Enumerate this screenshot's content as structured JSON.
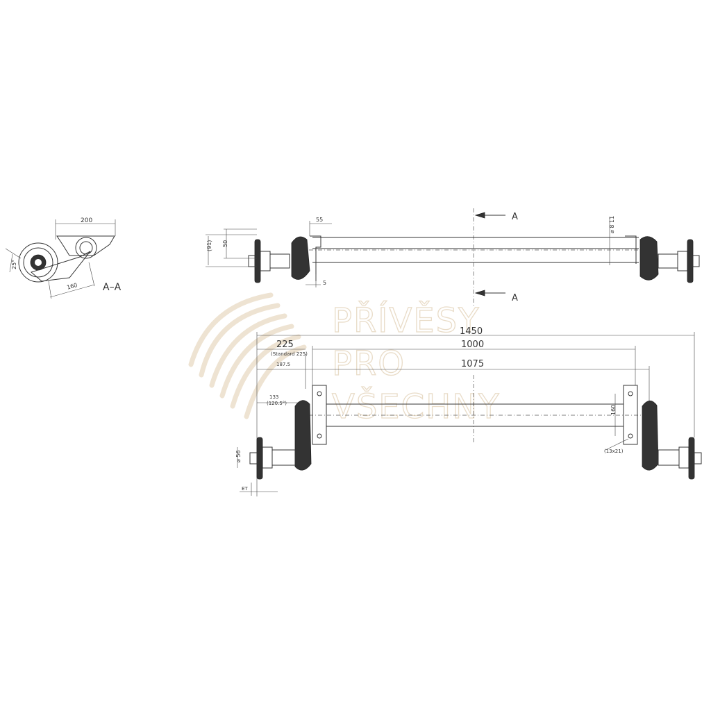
{
  "watermark": {
    "line1": "PŘÍVĚSY",
    "line2": "PRO",
    "line3": "VŠECHNY",
    "color": "#e9dcc8"
  },
  "section_view": {
    "label": "A–A",
    "dim_width": "200",
    "dim_diagonal": "160",
    "dim_angle": "25°"
  },
  "top_view": {
    "section_mark": "A",
    "dim_55": "55",
    "dim_50": "50",
    "dim_91": "(91)",
    "dim_5": "5",
    "dim_tube": "⌀ 8 11"
  },
  "front_view": {
    "dim_total": "1450",
    "dim_1000": "1000",
    "dim_1075": "1075",
    "dim_225": "225",
    "dim_225_note": "(Standard 225)",
    "dim_187": "187.5",
    "dim_133": "133",
    "dim_120": "(120.5°)",
    "dim_160": "160",
    "dim_holes": "(13x21)",
    "dim_dia": "⌀ 56",
    "dim_et": "ET"
  },
  "colors": {
    "line": "#333333",
    "watermark": "#e9dcc8"
  }
}
